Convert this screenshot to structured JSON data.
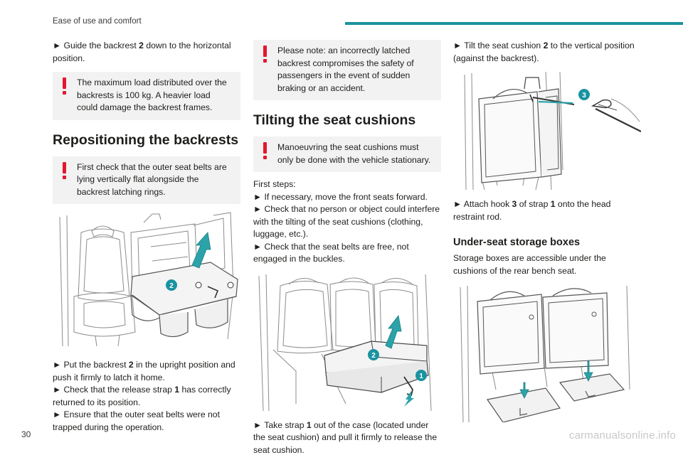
{
  "header": {
    "title": "Ease of use and comfort"
  },
  "page_number": "30",
  "watermark": "carmanualsonline.info",
  "col1": {
    "p1": {
      "arrow": "►",
      "a": " Guide the backrest ",
      "num": "2",
      "b": " down to the horizontal position."
    },
    "warn1": "The maximum load distributed over the backrests is 100 kg. A heavier load could damage the backrest frames.",
    "heading": "Repositioning the backrests",
    "warn2": "First check that the outer seat belts are lying vertically flat alongside the backrest latching rings.",
    "fig_callout": "2",
    "s1": {
      "arrow": "►",
      "a": " Put the backrest ",
      "num": "2",
      "b": " in the upright position and push it firmly to latch it home."
    },
    "s2": {
      "arrow": "►",
      "a": " Check that the release strap ",
      "num": "1",
      "b": " has correctly returned to its position."
    },
    "s3": {
      "arrow": "►",
      "a": " Ensure that the outer seat belts were not trapped during the operation."
    }
  },
  "col2": {
    "warn1": "Please note: an incorrectly latched backrest compromises the safety of passengers in the event of sudden braking or an accident.",
    "heading": "Tilting the seat cushions",
    "warn2": "Manoeuvring the seat cushions must only be done with the vehicle stationary.",
    "first_steps": "First steps:",
    "f1": {
      "arrow": "►",
      "a": " If necessary, move the front seats forward."
    },
    "f2": {
      "arrow": "►",
      "a": " Check that no person or object could interfere with the tilting of the seat cushions (clothing, luggage, etc.)."
    },
    "f3": {
      "arrow": "►",
      "a": " Check that the seat belts are free, not engaged in the buckles."
    },
    "fig_callout_a": "2",
    "fig_callout_b": "1",
    "s1": {
      "arrow": "►",
      "a": " Take strap ",
      "num": "1",
      "b": " out of the case (located under the seat cushion) and pull it firmly to release the seat cushion."
    }
  },
  "col3": {
    "s1": {
      "arrow": "►",
      "a": " Tilt the seat cushion ",
      "num": "2",
      "b": " to the vertical position (against the backrest)."
    },
    "fig_callout": "3",
    "s2": {
      "arrow": "►",
      "a": " Attach hook ",
      "num": "3",
      "b": " of strap ",
      "num2": "1",
      "b2": " onto the head restraint rod."
    },
    "heading": "Under-seat storage boxes",
    "p1": "Storage boxes are accessible under the cushions of the rear bench seat."
  },
  "colors": {
    "accent": "#1a93a0",
    "warning": "#e3172e",
    "warning_bg": "#f2f2f2",
    "arrow_fill": "#2ba3a8"
  }
}
